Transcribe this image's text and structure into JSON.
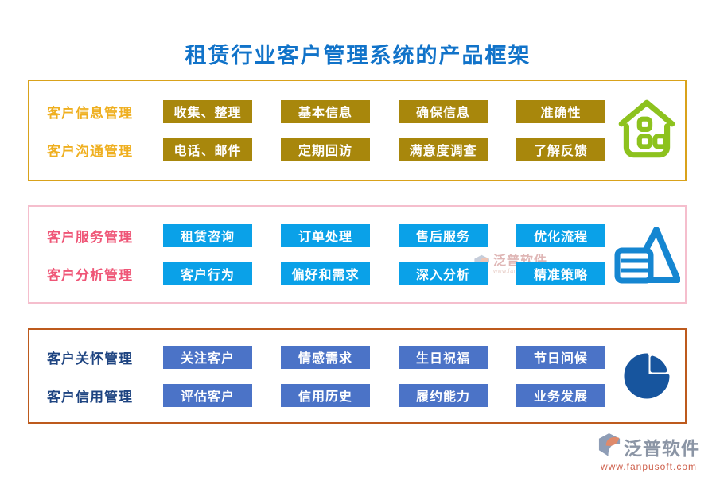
{
  "title": "租赁行业客户管理系统的产品框架",
  "title_color": "#1173C9",
  "sections": [
    {
      "icon": "house-icon",
      "colors": {
        "border": "#D9A21B",
        "label": "#EFAF1F",
        "button": "#A8870C",
        "icon": "#8DC21E"
      },
      "rows": [
        {
          "label": "客户信息管理",
          "buttons": [
            "收集、整理",
            "基本信息",
            "确保信息",
            "准确性"
          ]
        },
        {
          "label": "客户沟通管理",
          "buttons": [
            "电话、邮件",
            "定期回访",
            "满意度调查",
            "了解反馈"
          ]
        }
      ]
    },
    {
      "icon": "triangle-list-icon",
      "colors": {
        "border": "#F5BECD",
        "label": "#EF5677",
        "button": "#0AA1E8",
        "icon": "#1586D1"
      },
      "rows": [
        {
          "label": "客户服务管理",
          "buttons": [
            "租赁咨询",
            "订单处理",
            "售后服务",
            "优化流程"
          ]
        },
        {
          "label": "客户分析管理",
          "buttons": [
            "客户行为",
            "偏好和需求",
            "深入分析",
            "精准策略"
          ]
        }
      ]
    },
    {
      "icon": "pie-chart-icon",
      "colors": {
        "border": "#BD5A1D",
        "label": "#1E4481",
        "button": "#4B73C7",
        "icon": "#17559E"
      },
      "rows": [
        {
          "label": "客户关怀管理",
          "buttons": [
            "关注客户",
            "情感需求",
            "生日祝福",
            "节日问候"
          ]
        },
        {
          "label": "客户信用管理",
          "buttons": [
            "评估客户",
            "信用历史",
            "履约能力",
            "业务发展"
          ]
        }
      ]
    }
  ],
  "watermark": {
    "brand": "泛普软件",
    "url": "www.fanpusoft.com"
  },
  "footer": {
    "brand": "泛普软件",
    "url": "www.fanpusoft.com"
  }
}
